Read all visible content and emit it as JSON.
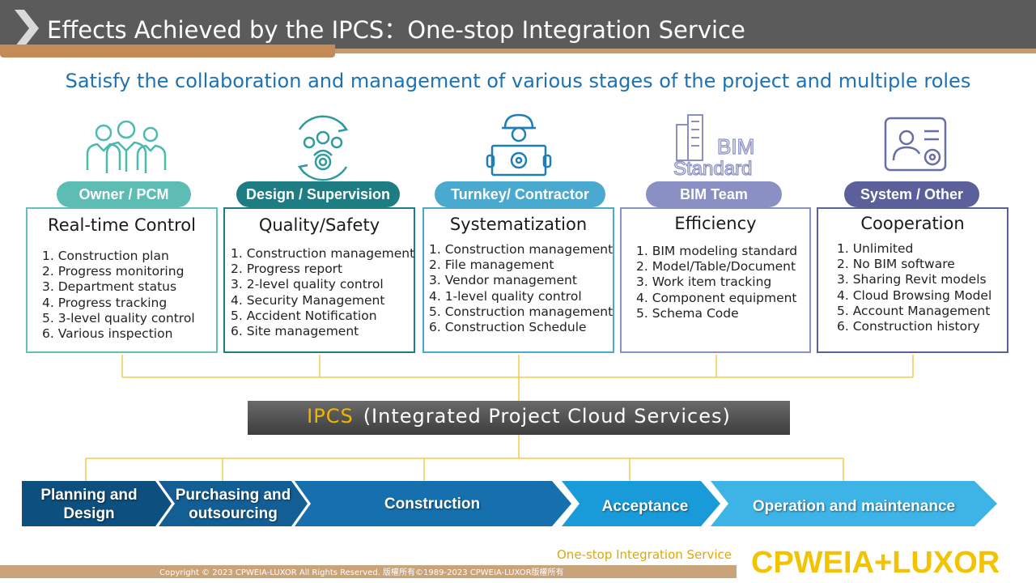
{
  "header": {
    "title": "Effects Achieved by the IPCS：One-stop Integration Service"
  },
  "subtitle": "Satisfy the collaboration and management of various stages of the project and multiple roles",
  "roles": [
    {
      "icon": "people-group-icon",
      "label": "Owner / PCM",
      "color": "#5dbcb3",
      "border": "#65c1b7",
      "card_title": "Real-time Control",
      "items": [
        "1.  Construction plan",
        "2.  Progress monitoring",
        "3.  Department status",
        "4.  Progress tracking",
        "5.  3-level quality control",
        "6.  Various inspection"
      ]
    },
    {
      "icon": "team-gear-cycle-icon",
      "label": "Design / Supervision",
      "color": "#1d7d82",
      "border": "#1d7d82",
      "card_title": "Quality/Safety",
      "items": [
        "1.  Construction management",
        "2.  Progress report",
        "3.  2-level quality control",
        "4.  Security Management",
        "5.  Accident Notification",
        "6.  Site management"
      ]
    },
    {
      "icon": "worker-helmet-icon",
      "label": "Turnkey/ Contractor",
      "color": "#4aa9cf",
      "border": "#4aa9cf",
      "card_title": "Systematization",
      "items": [
        "1.  Construction management",
        "2.  File management",
        "3.  Vendor management",
        "4.  1-level quality control",
        "5.  Construction management",
        "6.  Construction Schedule"
      ]
    },
    {
      "icon": "bim-standard-building-icon",
      "label": "BIM Team",
      "color": "#8a8fc4",
      "border": "#8a8fc4",
      "card_title": "Efficiency",
      "items": [
        "1.  BIM modeling standard",
        "2.  Model/Table/Document",
        "3.  Work item tracking",
        "4.  Component equipment",
        "5.  Schema Code"
      ]
    },
    {
      "icon": "profile-settings-icon",
      "label": "System / Other",
      "color": "#5b5f9a",
      "border": "#5b5f9a",
      "card_title": "Cooperation",
      "items": [
        "1.  Unlimited",
        "2.  No BIM software",
        "3.  Sharing Revit models",
        "4.  Cloud Browsing Model",
        "5.  Account Management",
        "6.  Construction history"
      ]
    }
  ],
  "ipcs": {
    "acronym": "IPCS",
    "full": "(Integrated  Project  Cloud  Services)"
  },
  "stages": [
    {
      "label_line1": "Planning and",
      "label_line2": "Design",
      "color": "#0d4f7e"
    },
    {
      "label_line1": "Purchasing and",
      "label_line2": "outsourcing",
      "color": "#135f95"
    },
    {
      "label_line1": "Construction",
      "label_line2": "",
      "color": "#1670ad"
    },
    {
      "label_line1": "Acceptance",
      "label_line2": "",
      "color": "#1a9bd9"
    },
    {
      "label_line1": "Operation and maintenance",
      "label_line2": "",
      "color": "#3eb4e6"
    }
  ],
  "footer": {
    "copyright": "Copyright © 2023 CPWEIA-LUXOR All Rights Reserved. 版權所有©1989-2023 CPWEIA-LUXOR版權所有",
    "tagline": "One-stop Integration Service",
    "logo": "CPWEIA+LUXOR"
  },
  "colors": {
    "header_bg": "#5b5b5b",
    "accent_gold": "#f2b600",
    "accent_tan": "#c48a58",
    "connector": "#f3cb4a",
    "subtitle_blue": "#1c72b4"
  }
}
